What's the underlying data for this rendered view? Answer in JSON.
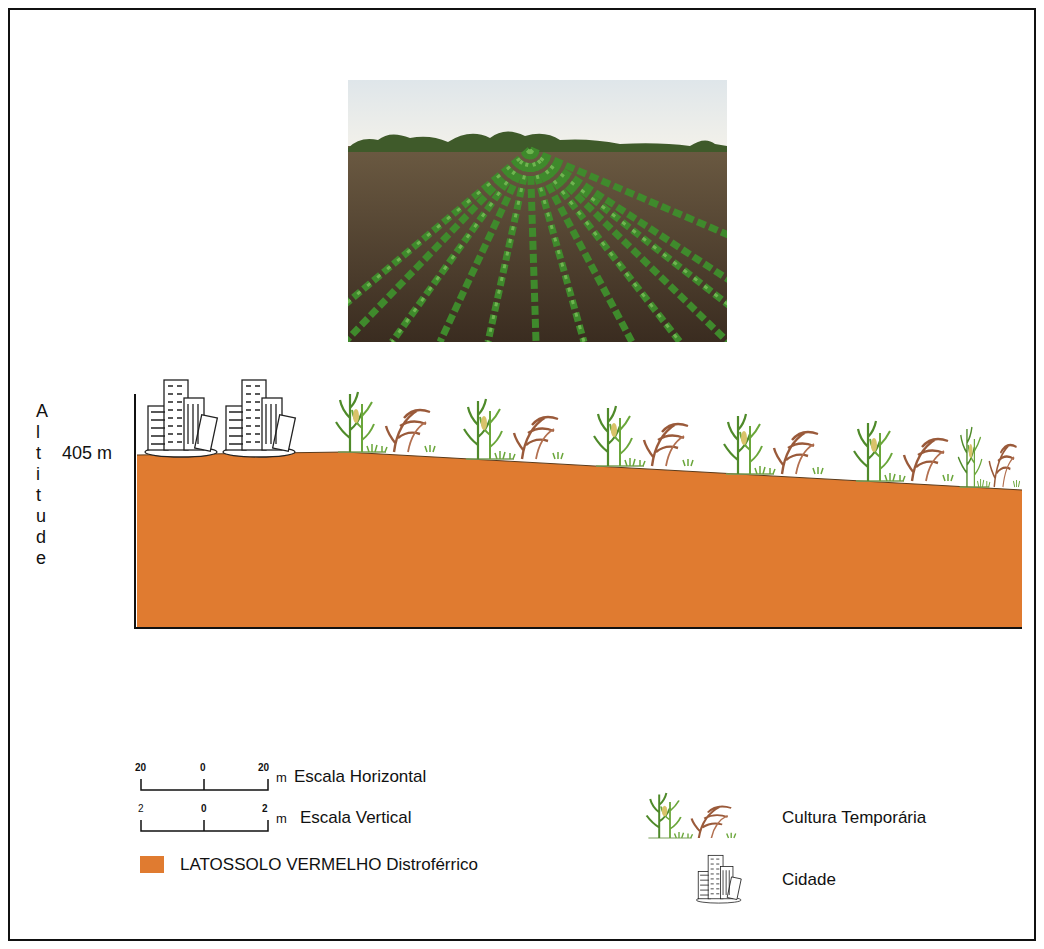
{
  "diagram": {
    "labels": [
      "Altitude",
      "405 m",
      "20",
      "0",
      "20",
      "m",
      "Escala Horizontal",
      "2",
      "0",
      "2",
      "m",
      "Escala Vertical"
    ],
    "legend": [
      {
        "text": "LATOSSOLO VERMELHO Distroférrico",
        "color": "#e07b30"
      },
      {
        "text": "Cultura Temporária"
      },
      {
        "text": "Cidade"
      }
    ]
  }
}
